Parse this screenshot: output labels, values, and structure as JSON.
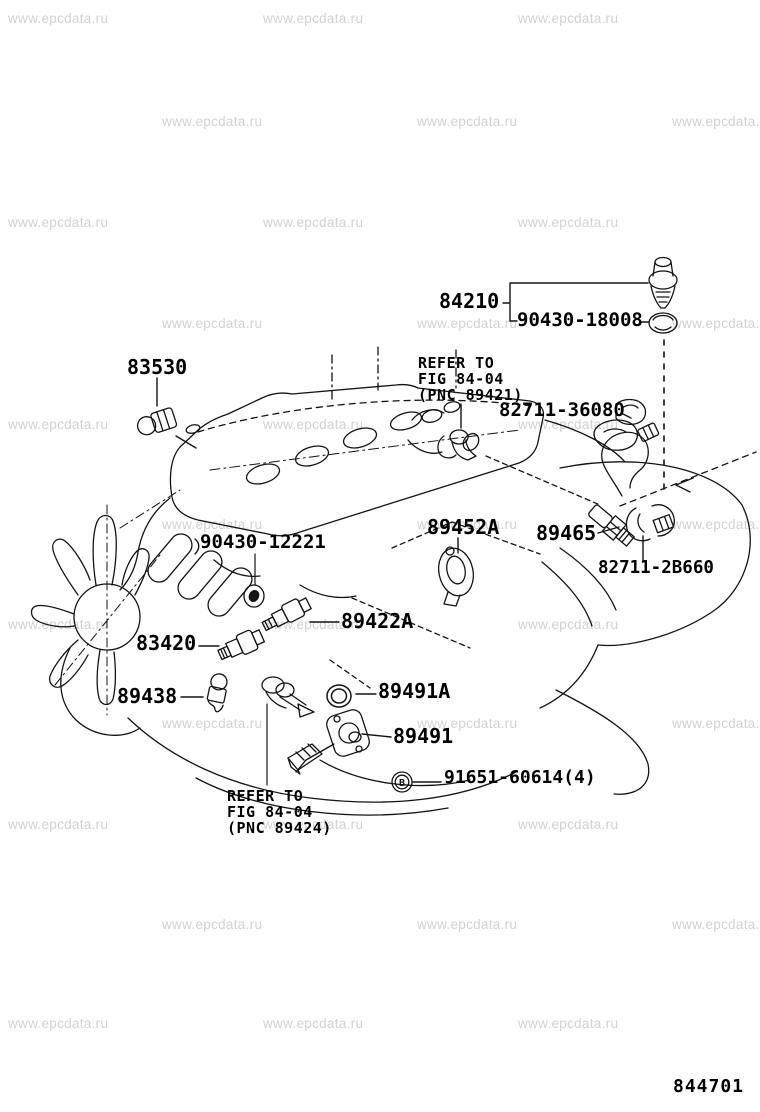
{
  "watermark": {
    "text": "www.epcdata.ru",
    "color": "#d2d2d2"
  },
  "page": {
    "background": "#ffffff",
    "line_color": "#141414",
    "diagram_number": "844701"
  },
  "labels": [
    {
      "id": "83530",
      "text": "83530"
    },
    {
      "id": "84210",
      "text": "84210"
    },
    {
      "id": "90430-18008",
      "text": "90430-18008"
    },
    {
      "id": "82711-36080",
      "text": "82711-36080"
    },
    {
      "id": "89452A",
      "text": "89452A"
    },
    {
      "id": "89465",
      "text": "89465"
    },
    {
      "id": "82711-2B660",
      "text": "82711-2B660"
    },
    {
      "id": "90430-12221",
      "text": "90430-12221"
    },
    {
      "id": "89422A",
      "text": "89422A"
    },
    {
      "id": "83420",
      "text": "83420"
    },
    {
      "id": "89438",
      "text": "89438"
    },
    {
      "id": "89491A",
      "text": "89491A"
    },
    {
      "id": "89491",
      "text": "89491"
    },
    {
      "id": "91651-60614",
      "text": "91651-60614(4)"
    }
  ],
  "notes": [
    {
      "id": "refer-fig-84-04-pnc-89421",
      "lines": [
        "REFER TO",
        "FIG 84-04",
        "(PNC 89421)"
      ]
    },
    {
      "id": "refer-fig-84-04-pnc-89424",
      "lines": [
        "REFER TO",
        "FIG 84-04",
        "(PNC 89424)"
      ]
    }
  ],
  "symbols": {
    "bolt": "B"
  }
}
